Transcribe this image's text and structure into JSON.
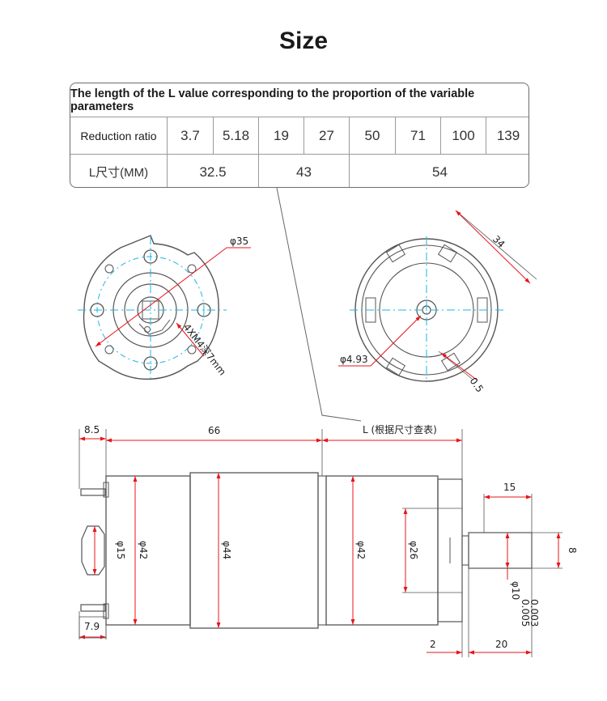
{
  "title": "Size",
  "table": {
    "caption": "The length of the L value corresponding to the proportion of the variable parameters",
    "ratio_label": "Reduction ratio",
    "ratios": [
      "3.7",
      "5.18",
      "19",
      "27",
      "50",
      "71",
      "100",
      "139"
    ],
    "length_label": "L尺寸(MM)",
    "lengths": [
      "32.5",
      "43",
      "54"
    ]
  },
  "front_view": {
    "dia_label": "φ35",
    "screw_label": "4XM4深7mm"
  },
  "rear_view": {
    "width_label": "34",
    "dia_label": "φ4.93",
    "gap_label": "0.5"
  },
  "side_view": {
    "l_label": "L (根据尺寸查表)",
    "len_85": "8.5",
    "len_66": "66",
    "len_15": "15",
    "len_8": "8",
    "dia_15": "φ15",
    "dia_42a": "φ42",
    "dia_44": "φ44",
    "dia_42b": "φ42",
    "dia_26": "φ26",
    "dia_10": "φ10",
    "tol_upper": "0.005",
    "tol_lower": "0.003",
    "len_79": "7.9",
    "len_2": "2",
    "len_20": "20"
  },
  "colors": {
    "outline": "#555555",
    "dimension": "#e8141a",
    "centerline": "#1ab7e6"
  }
}
